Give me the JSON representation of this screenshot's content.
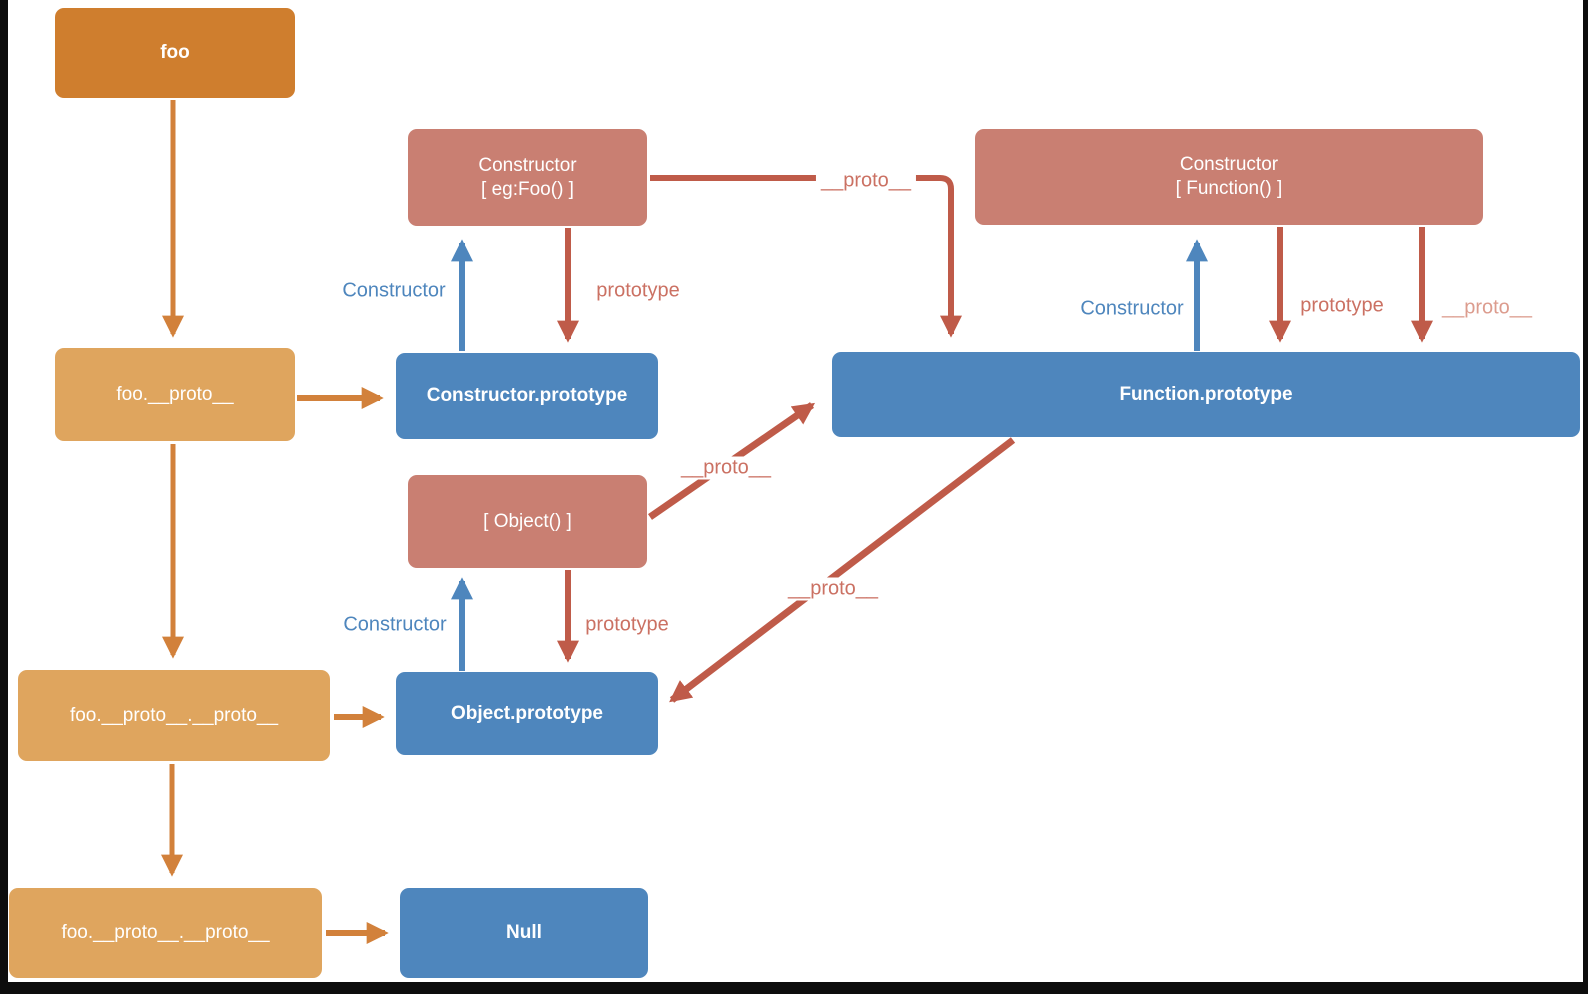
{
  "colors": {
    "background": "#ffffff",
    "frame": "#0d0d0d",
    "node_orange": "#cf7e2e",
    "node_tan": "#dfa55e",
    "node_blue": "#4e86bd",
    "node_salmon": "#c97f72",
    "arrow_orange": "#d2813b",
    "arrow_red": "#bf5b49",
    "arrow_blue": "#4e86bd",
    "label_blue": "#4e86bd",
    "label_red": "#cb7163",
    "label_pink": "#dc9c8e"
  },
  "nodes": {
    "foo": {
      "label": "foo"
    },
    "foo_proto": {
      "label": "foo.__proto__"
    },
    "foo_proto_proto": {
      "label": "foo.__proto__.__proto__"
    },
    "foo_proto_proto_bottom": {
      "label": "foo.__proto__.__proto__"
    },
    "constructor_prototype": {
      "label": "Constructor.prototype"
    },
    "object_prototype": {
      "label": "Object.prototype"
    },
    "function_prototype": {
      "label": "Function.prototype"
    },
    "null_box": {
      "label": "Null"
    },
    "constructor_foo": {
      "line1": "Constructor",
      "line2": "[ eg:Foo() ]"
    },
    "constructor_function": {
      "line1": "Constructor",
      "line2": "[ Function() ]"
    },
    "object_constructor": {
      "label": "[ Object() ]"
    }
  },
  "edge_labels": {
    "ctor_foo_constructor": "Constructor",
    "ctor_foo_prototype": "prototype",
    "ctor_foo_proto": "__proto__",
    "ctor_func_constructor": "Constructor",
    "ctor_func_prototype": "prototype",
    "ctor_func_proto": "__proto__",
    "object_to_funcproto_proto": "__proto__",
    "funcproto_to_objproto_proto": "__proto__",
    "object_ctor_constructor": "Constructor",
    "object_ctor_prototype": "prototype"
  }
}
